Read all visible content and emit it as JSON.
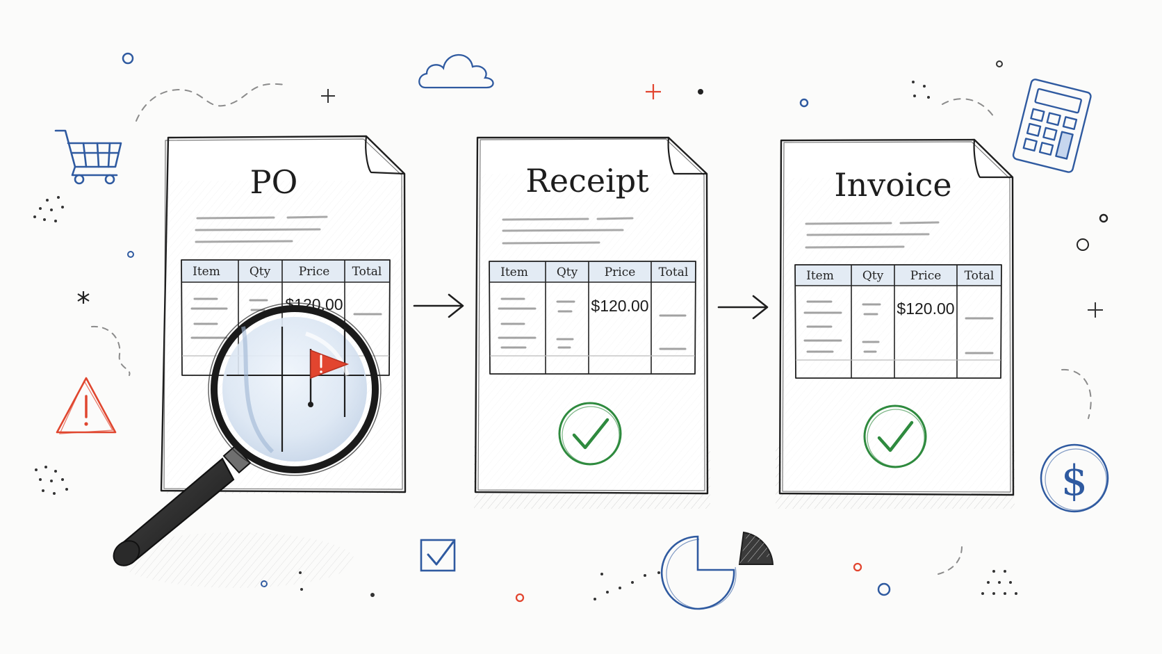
{
  "documents": [
    {
      "title": "PO",
      "columns": [
        "Item",
        "Qty",
        "Price",
        "Total"
      ],
      "price_value": "$120.00",
      "status": "flagged"
    },
    {
      "title": "Receipt",
      "columns": [
        "Item",
        "Qty",
        "Price",
        "Total"
      ],
      "price_value": "$120.00",
      "status": "approved"
    },
    {
      "title": "Invoice",
      "columns": [
        "Item",
        "Qty",
        "Price",
        "Total"
      ],
      "price_value": "$120.00",
      "status": "approved"
    }
  ],
  "colors": {
    "ink": "#1e1e1e",
    "header_fill": "#e3ebf4",
    "check_green": "#2e8a3e",
    "flag_red": "#e2452f",
    "accent_blue": "#2f5aa0",
    "warning_red": "#e0462f"
  },
  "icons": [
    "shopping-cart-icon",
    "cloud-icon",
    "calculator-icon",
    "warning-icon",
    "magnifier-icon",
    "flag-icon",
    "checkmark-icon",
    "checkbox-icon",
    "pie-chart-icon",
    "dollar-coin-icon",
    "arrow-right-icon"
  ]
}
